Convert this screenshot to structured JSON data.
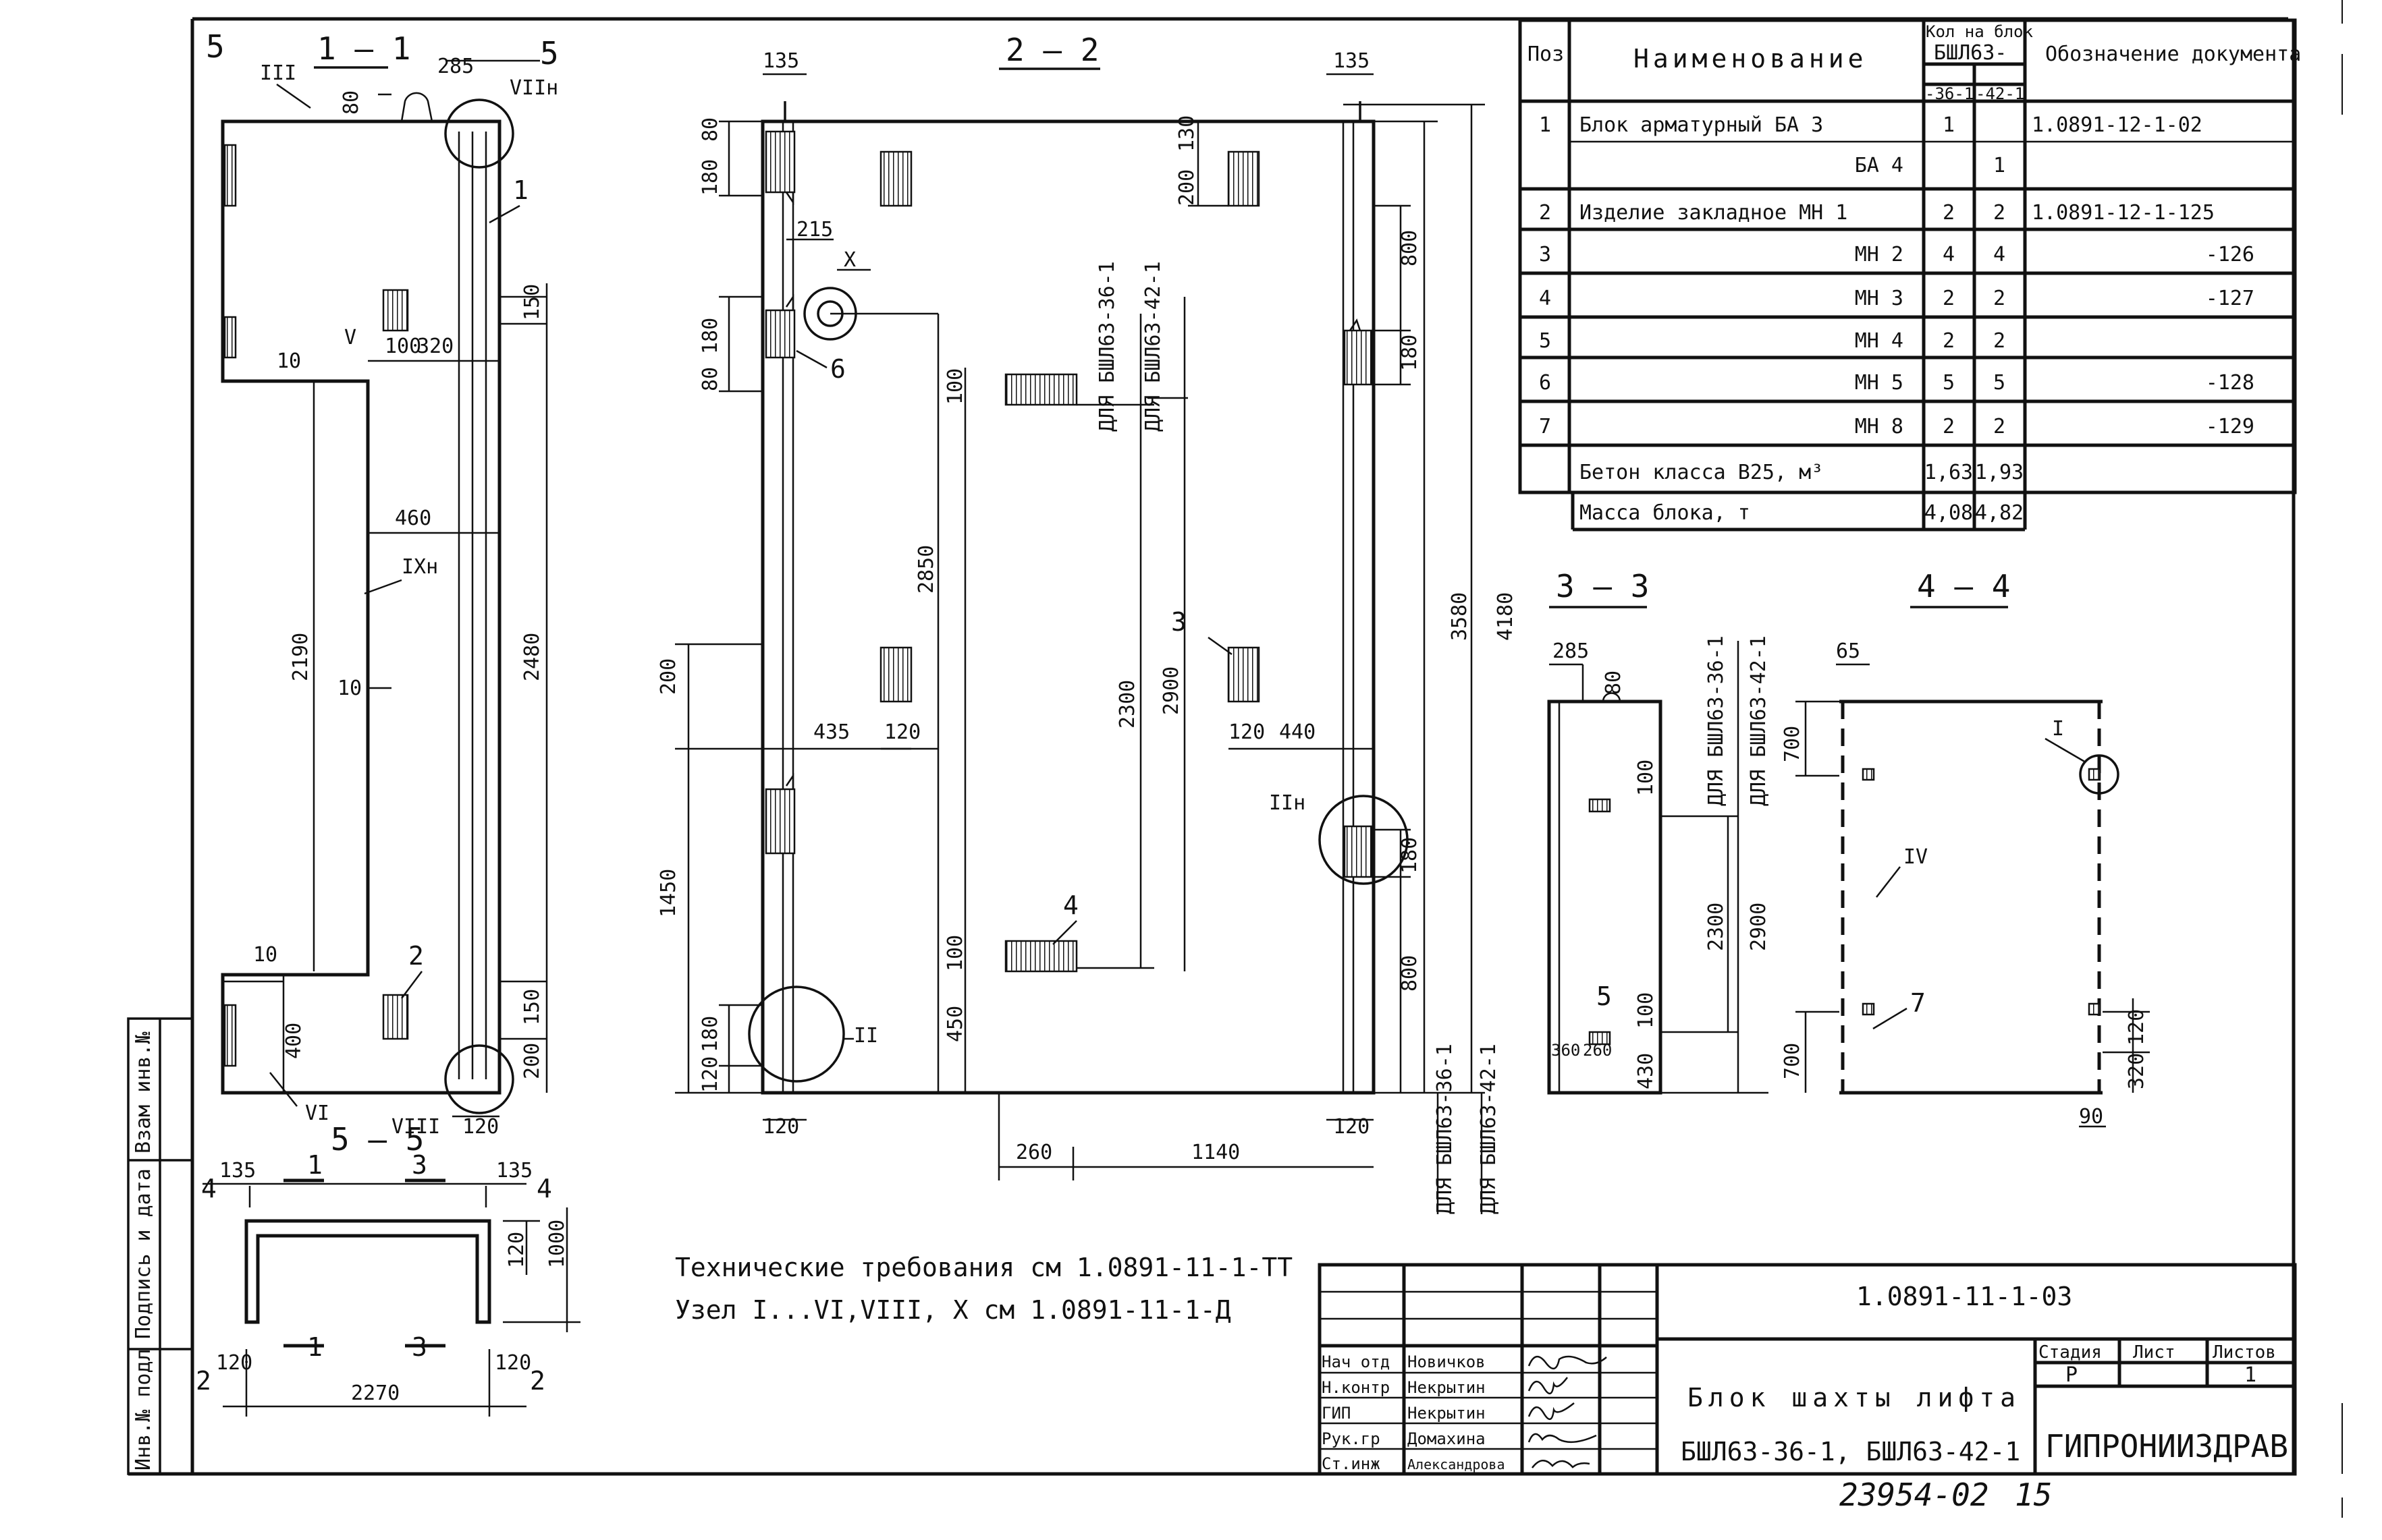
{
  "sections": {
    "s11": "1 — 1",
    "s22": "2 — 2",
    "s33": "3 — 3",
    "s44": "4 — 4",
    "s55": "5 — 5"
  },
  "cut_marks": {
    "c5": "5",
    "c2": "2",
    "c4": "4",
    "c3": "3",
    "c1": "1"
  },
  "dimensions": {
    "s11": [
      "285",
      "80",
      "150",
      "100",
      "320",
      "10",
      "460",
      "2190",
      "10",
      "2480",
      "10",
      "400",
      "150",
      "200",
      "120"
    ],
    "s22": [
      "135",
      "135",
      "180",
      "80",
      "215",
      "180",
      "80",
      "130",
      "200",
      "100",
      "800",
      "180",
      "2850",
      "2300",
      "2900",
      "3580",
      "4180",
      "200",
      "435",
      "120",
      "120",
      "440",
      "1450",
      "100",
      "450",
      "180",
      "800",
      "120",
      "180",
      "120",
      "260",
      "1140",
      "120"
    ],
    "s22_labels": [
      "ДЛЯ БШЛ63-36-1",
      "ДЛЯ БШЛ63-42-1",
      "ДЛЯ БШЛ63-36-1",
      "ДЛЯ БШЛ63-42-1"
    ],
    "s33": [
      "285",
      "80",
      "100",
      "100",
      "2300",
      "2900",
      "360",
      "260",
      "430",
      "ДЛЯ БШЛ63-36-1",
      "ДЛЯ БШЛ63-42-1"
    ],
    "s44": [
      "65",
      "700",
      "700",
      "120",
      "320",
      "90"
    ],
    "s55": [
      "135",
      "135",
      "120",
      "1000",
      "120",
      "120",
      "2270"
    ]
  },
  "callouts": {
    "s11": [
      "III",
      "VIIн",
      "V",
      "IXн",
      "VI",
      "VIII"
    ],
    "s22": [
      "X",
      "IIн",
      "II"
    ],
    "s44": [
      "I",
      "IV"
    ],
    "positions": [
      "1",
      "2",
      "3",
      "4",
      "5",
      "6",
      "7"
    ]
  },
  "spec_table": {
    "headers": {
      "pos": "Поз",
      "name": "Наименование",
      "qty_title": "Кол на блок",
      "qty_sub": "БШЛ63-",
      "col36": "-36-1",
      "col42": "-42-1",
      "doc": "Обозначение документа"
    },
    "rows": [
      {
        "pos": "1",
        "name": "Блок арматурный БА 3",
        "q36": "1",
        "q42": "",
        "doc": "1.0891-12-1-02"
      },
      {
        "pos": "",
        "name": "БА 4",
        "q36": "",
        "q42": "1",
        "doc": ""
      },
      {
        "pos": "2",
        "name": "Изделие закладное МН 1",
        "q36": "2",
        "q42": "2",
        "doc": "1.0891-12-1-125"
      },
      {
        "pos": "3",
        "name": "МН 2",
        "q36": "4",
        "q42": "4",
        "doc": "-126"
      },
      {
        "pos": "4",
        "name": "МН 3",
        "q36": "2",
        "q42": "2",
        "doc": "-127"
      },
      {
        "pos": "5",
        "name": "МН 4",
        "q36": "2",
        "q42": "2",
        "doc": ""
      },
      {
        "pos": "6",
        "name": "МН 5",
        "q36": "5",
        "q42": "5",
        "doc": "-128"
      },
      {
        "pos": "7",
        "name": "МН 8",
        "q36": "2",
        "q42": "2",
        "doc": "-129"
      },
      {
        "pos": "",
        "name": "Бетон класса В25, м³",
        "q36": "1,63",
        "q42": "1,93",
        "doc": ""
      },
      {
        "pos": "",
        "name": "Масса блока, т",
        "q36": "4,08",
        "q42": "4,82",
        "doc": ""
      }
    ]
  },
  "notes": {
    "tech": "Технические требования см 1.0891-11-1-ТТ",
    "nodes": "Узел I...VI,VIII, X см 1.0891-11-1-Д"
  },
  "title_block": {
    "code": "1.0891-11-1-03",
    "title": "Блок шахты лифта",
    "marks": "БШЛ63-36-1, БШЛ63-42-1",
    "stage_label": "Стадия",
    "sheet_label": "Лист",
    "sheets_label": "Листов",
    "stage": "Р",
    "sheets": "1",
    "org": "ГИПРОНИИЗДРАВ",
    "roles": [
      "Нач отд",
      "Н.контр",
      "ГИП",
      "Рук.гр",
      "Ст.инж"
    ],
    "names": [
      "Новичков",
      "Некрытин",
      "Некрытин",
      "Домахина",
      "Александрова"
    ],
    "archive": "23954-02",
    "page": "15"
  },
  "left_strip": [
    "Инв.№ подл",
    "Подпись и дата",
    "Взам инв.№"
  ]
}
